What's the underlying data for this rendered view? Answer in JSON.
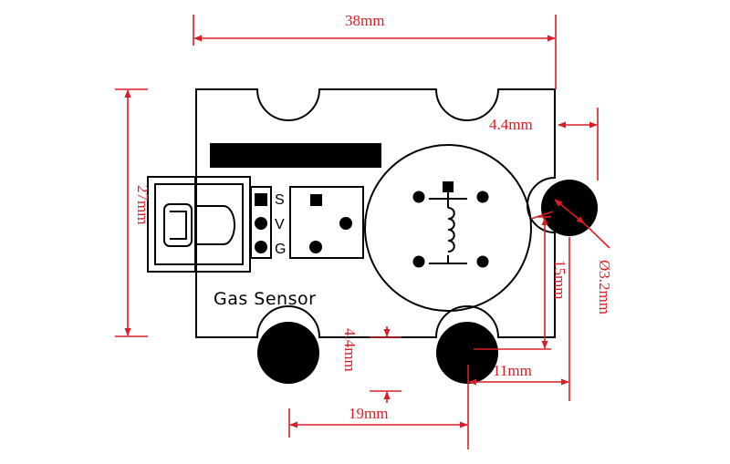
{
  "board": {
    "label": "Gas Sensor",
    "pins": [
      "S",
      "V",
      "G"
    ]
  },
  "dimensions": {
    "width": "38mm",
    "height": "27mm",
    "notch_offset": "4.4mm",
    "hole_diameter": "Ø3.2mm",
    "hole_vertical": "15mm",
    "hole_spacing": "11mm",
    "bottom_offset": "4.4mm",
    "bottom_hole_distance": "19mm"
  },
  "colors": {
    "dimension": "#d81e26",
    "outline": "#000000"
  }
}
